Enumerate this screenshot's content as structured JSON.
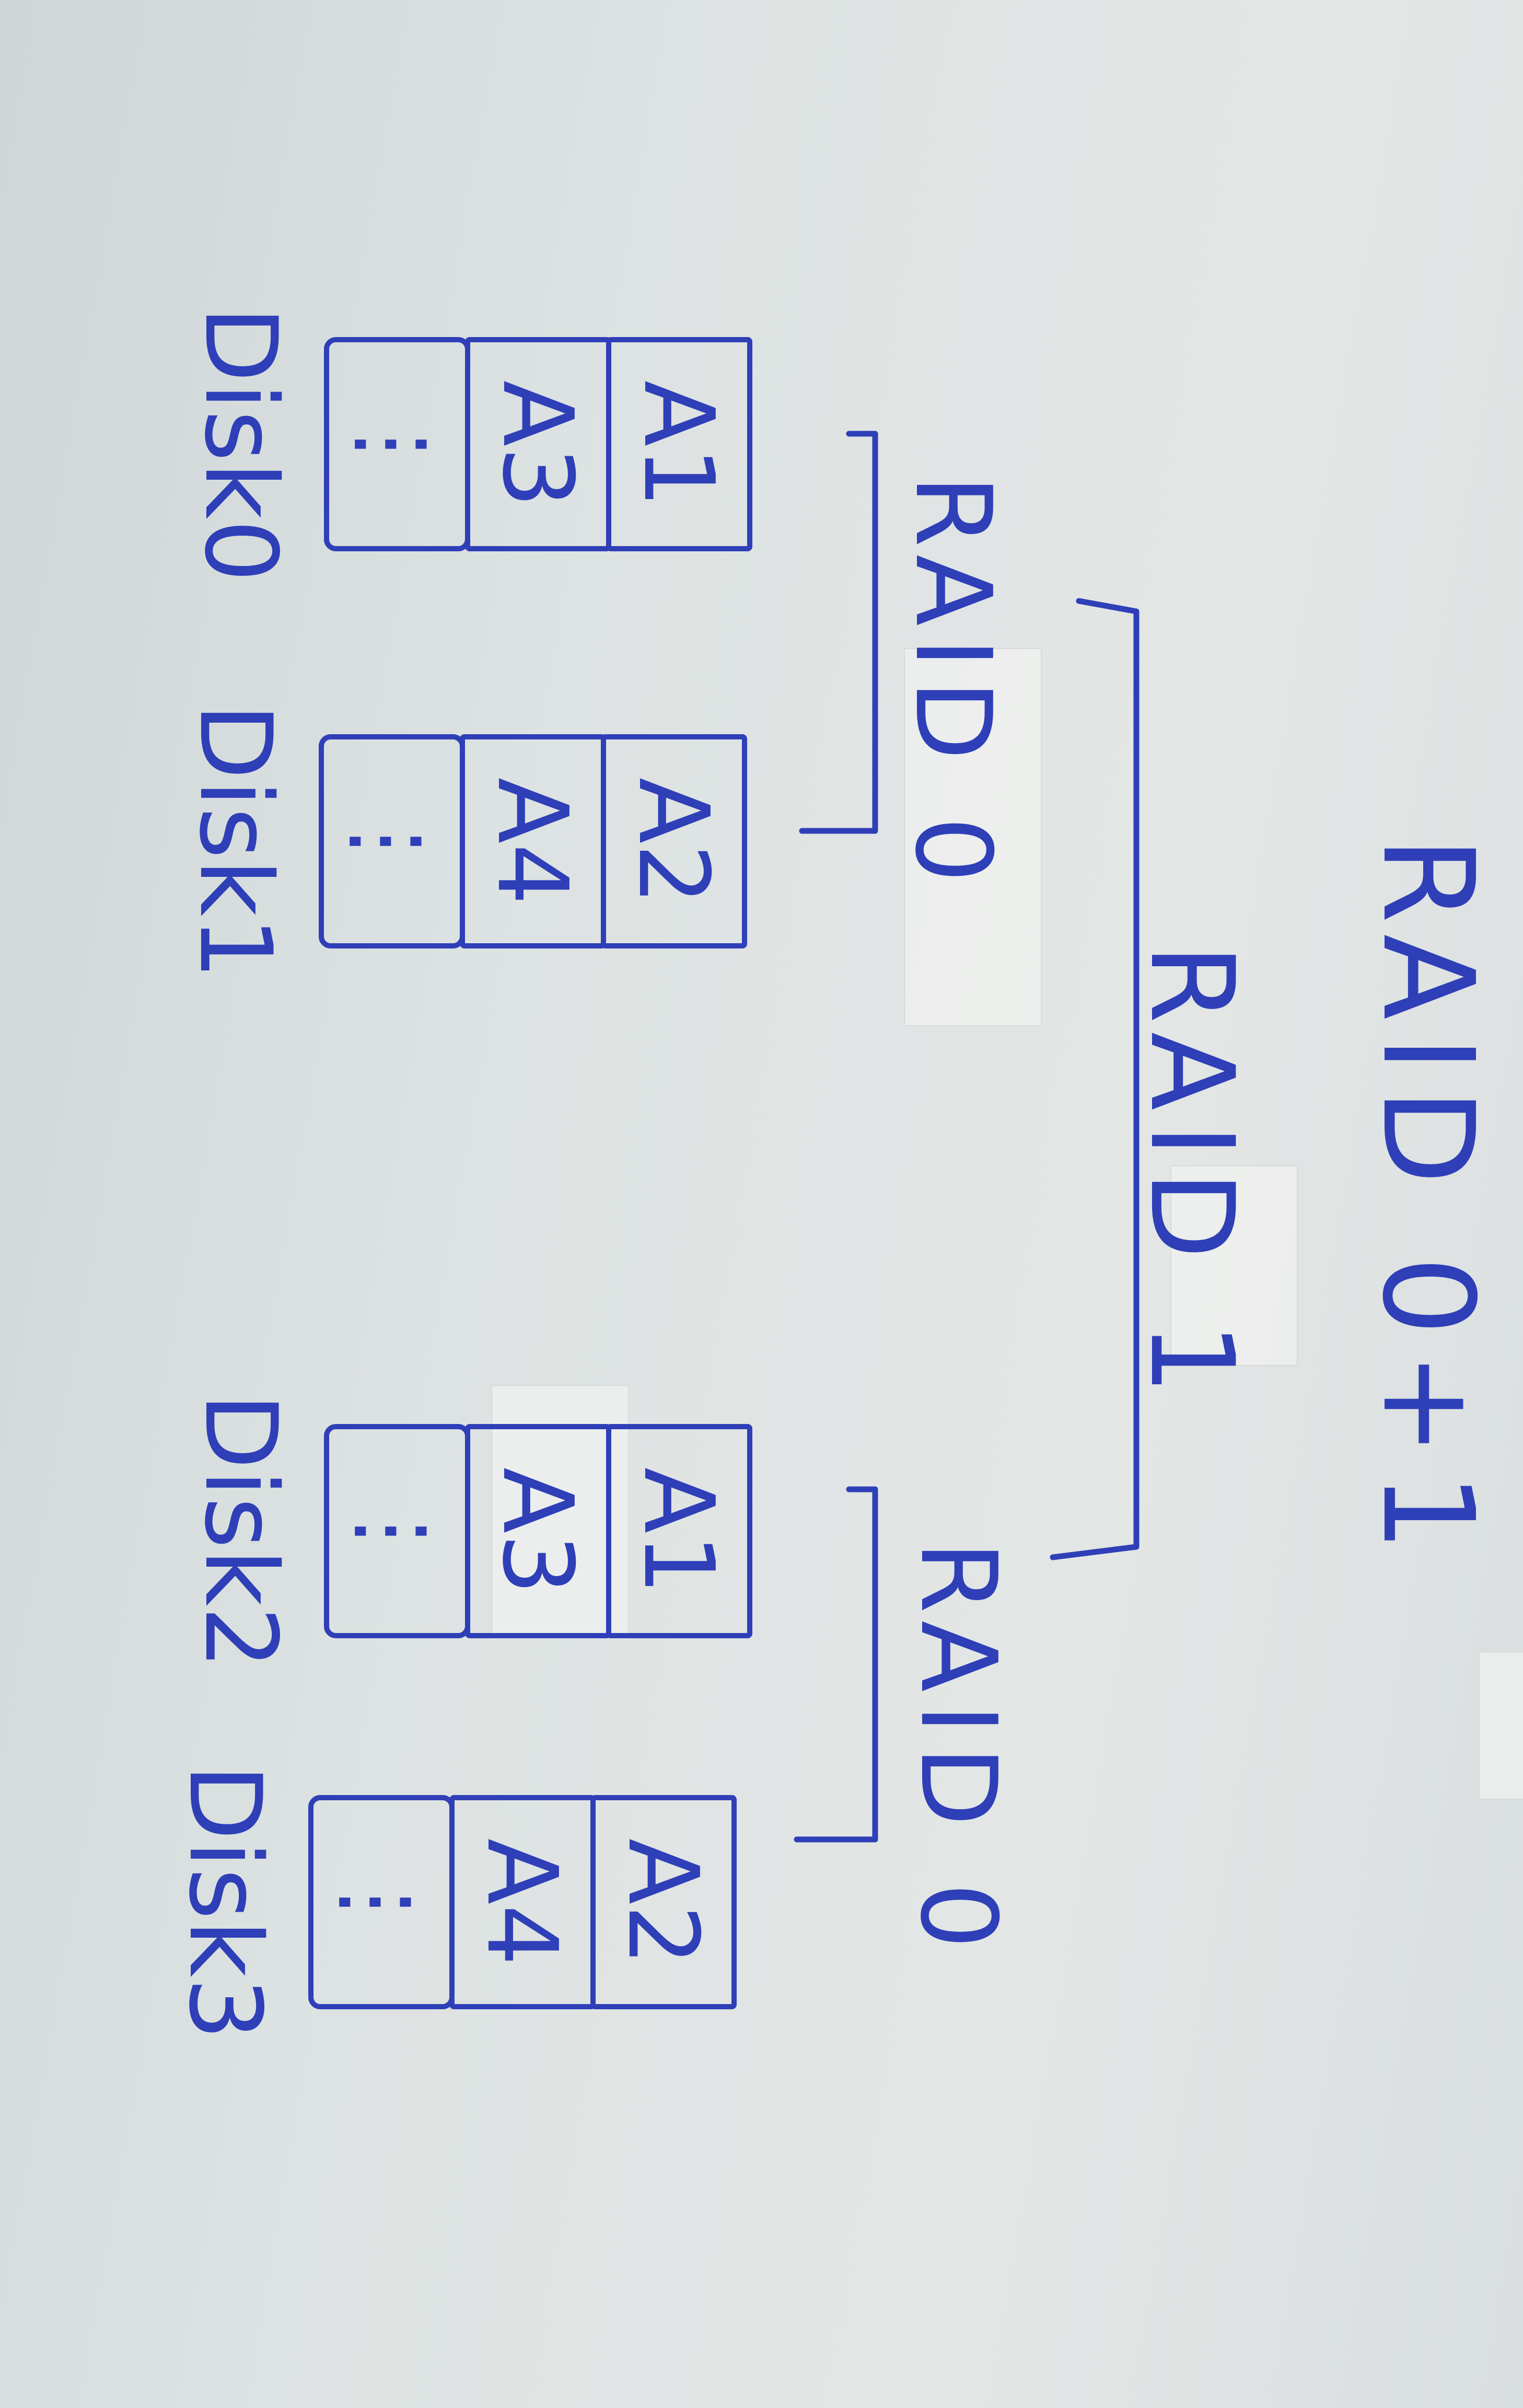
{
  "diagram": {
    "title": "RAID 0+1",
    "mirror_label": "RAID 1",
    "groups": [
      {
        "label": "RAID 0",
        "disks": [
          {
            "name": "Disk0",
            "blocks": [
              "A1",
              "A3",
              "⋮"
            ]
          },
          {
            "name": "Disk1",
            "blocks": [
              "A2",
              "A4",
              "⋮"
            ]
          }
        ]
      },
      {
        "label": "RAID 0",
        "disks": [
          {
            "name": "Disk2",
            "blocks": [
              "A1",
              "A3",
              "⋮"
            ]
          },
          {
            "name": "Disk3",
            "blocks": [
              "A2",
              "A4",
              "⋮"
            ]
          }
        ]
      }
    ]
  },
  "colors": {
    "ink": "#2e3fb8",
    "paper": "#dfe3e3"
  }
}
